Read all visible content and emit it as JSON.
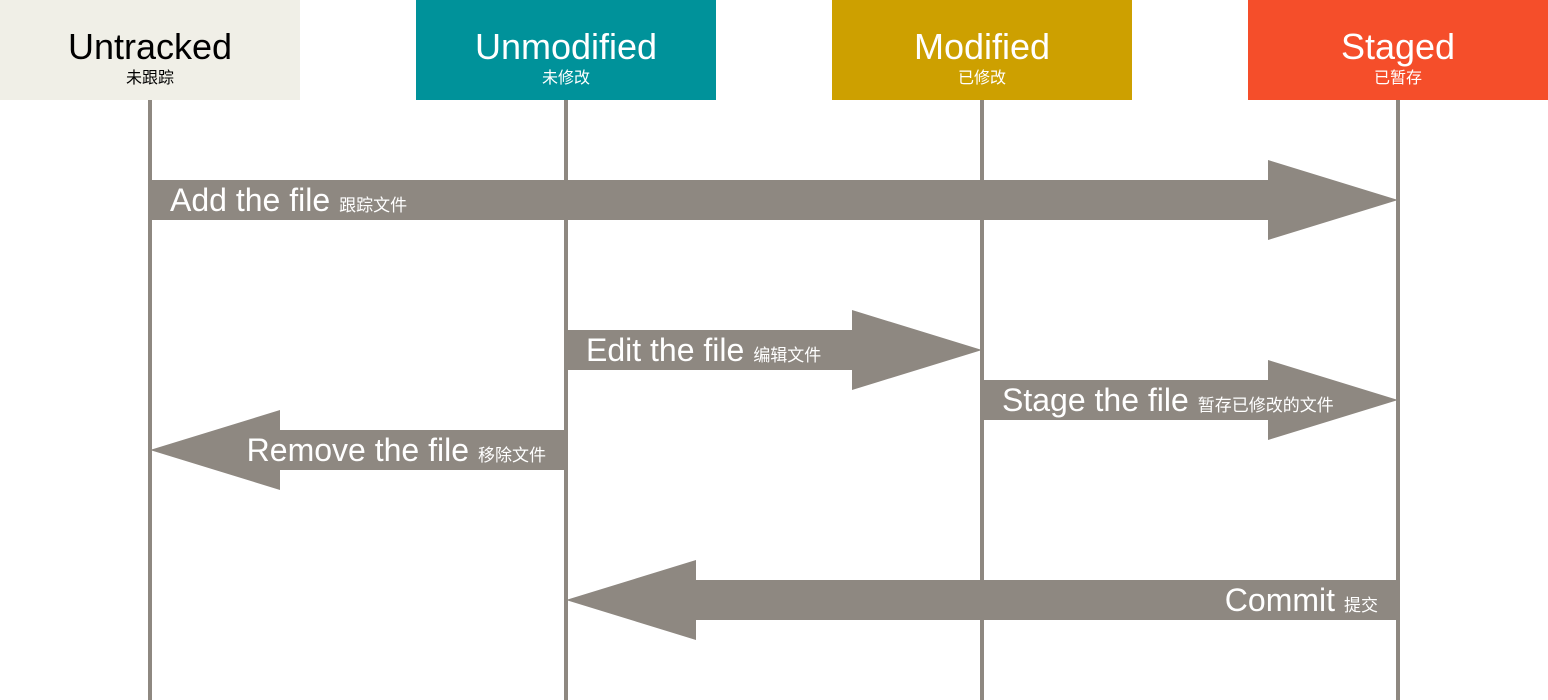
{
  "colors": {
    "untracked_bg": "#f0efe7",
    "untracked_text": "#000000",
    "unmodified_bg": "#00929a",
    "modified_bg": "#cda000",
    "staged_bg": "#f54e2a",
    "header_text_light": "#ffffff",
    "lifeline": "#8e8881",
    "arrow": "#8e8881",
    "arrow_text": "#ffffff"
  },
  "lanes": [
    {
      "id": "untracked",
      "title": "Untracked",
      "subtitle": "未跟踪"
    },
    {
      "id": "unmodified",
      "title": "Unmodified",
      "subtitle": "未修改"
    },
    {
      "id": "modified",
      "title": "Modified",
      "subtitle": "已修改"
    },
    {
      "id": "staged",
      "title": "Staged",
      "subtitle": "已暂存"
    }
  ],
  "transitions": [
    {
      "id": "add",
      "label": "Add the file",
      "label_cn": "跟踪文件",
      "from": "untracked",
      "to": "staged"
    },
    {
      "id": "edit",
      "label": "Edit the file",
      "label_cn": "编辑文件",
      "from": "unmodified",
      "to": "modified"
    },
    {
      "id": "stage",
      "label": "Stage the file",
      "label_cn": "暂存已修改的文件",
      "from": "modified",
      "to": "staged"
    },
    {
      "id": "remove",
      "label": "Remove the file",
      "label_cn": "移除文件",
      "from": "unmodified",
      "to": "untracked"
    },
    {
      "id": "commit",
      "label": "Commit",
      "label_cn": "提交",
      "from": "staged",
      "to": "unmodified"
    }
  ]
}
